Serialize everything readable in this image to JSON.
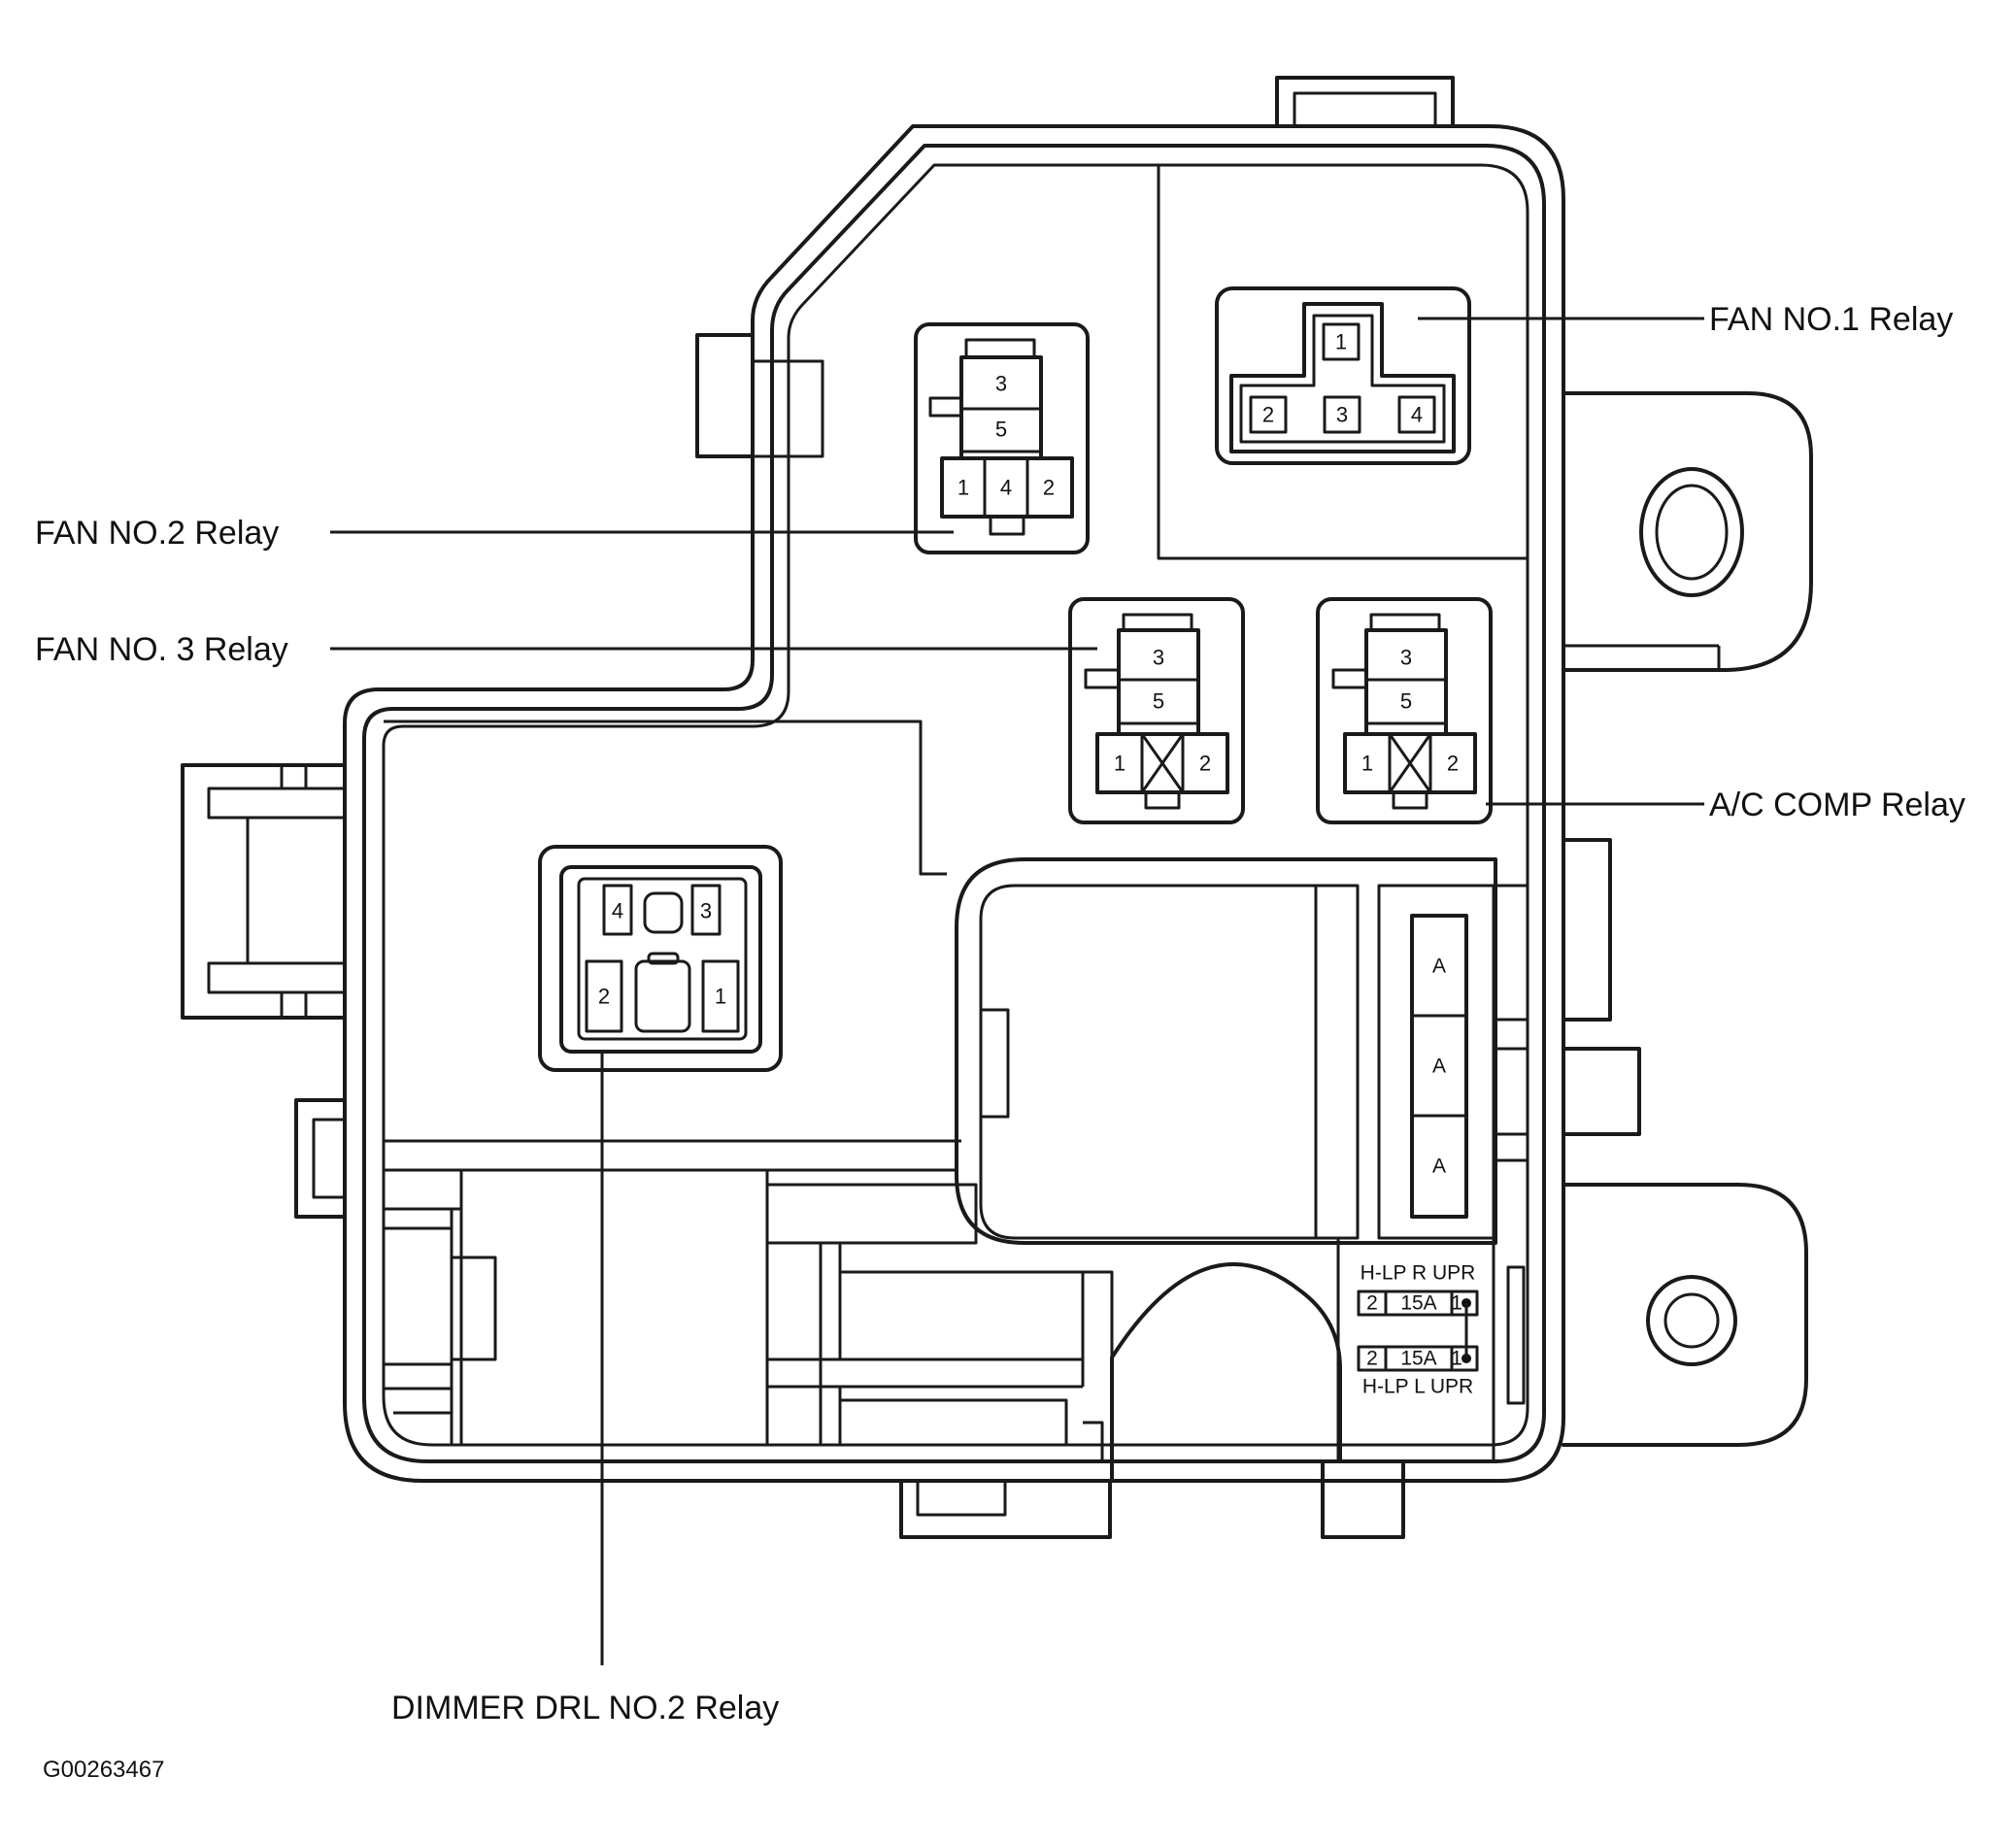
{
  "labels": {
    "fan1": "FAN NO.1 Relay",
    "fan2": "FAN NO.2 Relay",
    "fan3": "FAN NO. 3 Relay",
    "ac_comp": "A/C COMP Relay",
    "dimmer": "DIMMER DRL NO.2 Relay",
    "figure_code": "G00263467"
  },
  "relay_pins": {
    "fan1": [
      "1",
      "2",
      "3",
      "4"
    ],
    "fan2": [
      "3",
      "5",
      "1",
      "4",
      "2"
    ],
    "fan3": [
      "3",
      "5",
      "1",
      "2"
    ],
    "ac_comp": [
      "3",
      "5",
      "1",
      "2"
    ],
    "dimmer": [
      "4",
      "3",
      "2",
      "1"
    ]
  },
  "fuse_blocks": [
    "A",
    "A",
    "A"
  ],
  "fuses": {
    "upper": {
      "name": "H-LP R UPR",
      "pin_left": "2",
      "rating": "15A",
      "pin_right": "1"
    },
    "lower": {
      "name": "H-LP L UPR",
      "pin_left": "2",
      "rating": "15A",
      "pin_right": "1"
    }
  }
}
